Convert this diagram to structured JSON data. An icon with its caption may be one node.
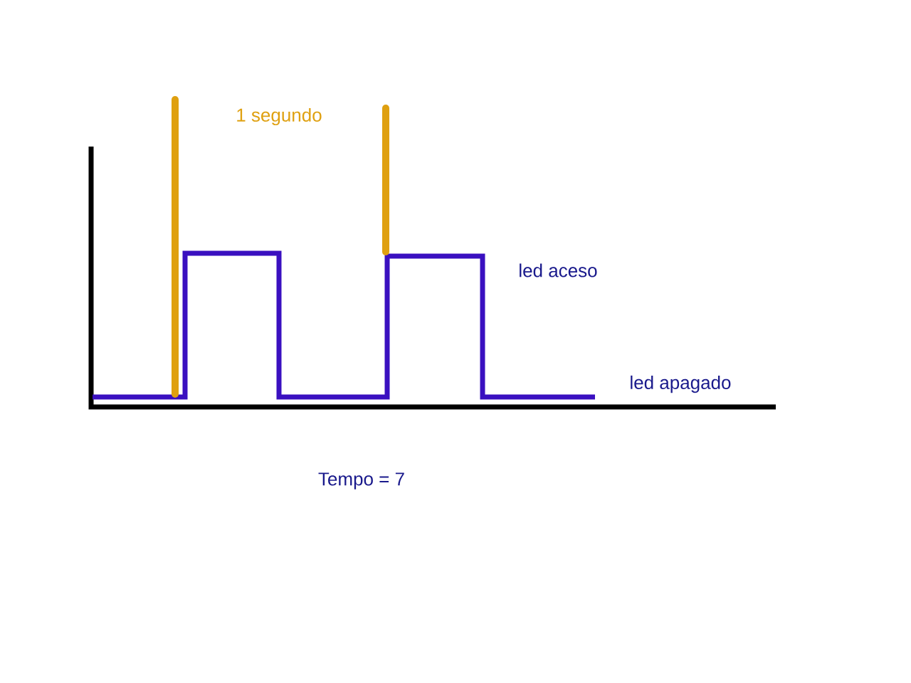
{
  "diagram": {
    "labels": [
      "1 segundo",
      "led aceso",
      "led apagado",
      "Tempo = 7"
    ]
  }
}
